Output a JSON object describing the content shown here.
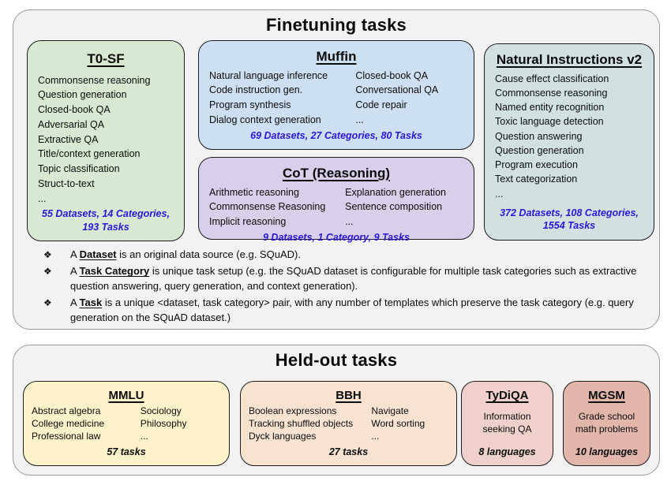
{
  "colors": {
    "panel_bg": "#f2f2f2",
    "panel_border": "#9a9a9a",
    "box_border": "#1c1c1c",
    "stats_blue": "#2b16d6",
    "t0sf_bg": "#d9e8d3",
    "muffin_bg": "#cde0f3",
    "cot_bg": "#d8d0ea",
    "niv2_bg": "#d3e0e2",
    "mmlu_bg": "#fdf2ca",
    "bbh_bg": "#f8e3d0",
    "tydiqa_bg": "#efd0cc",
    "mgsm_bg": "#e3b6ab"
  },
  "bullet_glyph": "❖",
  "finetuning": {
    "title": "Finetuning tasks",
    "t0sf": {
      "title": "T0-SF",
      "tasks": [
        "Commonsense reasoning",
        "Question generation",
        "Closed-book QA",
        "Adversarial QA",
        "Extractive QA",
        "Title/context generation",
        "Topic classification",
        "Struct-to-text",
        "..."
      ],
      "stats": "55 Datasets, 14 Categories, 193 Tasks"
    },
    "muffin": {
      "title": "Muffin",
      "col1": [
        "Natural language inference",
        "Code instruction gen.",
        "Program synthesis",
        "Dialog context generation"
      ],
      "col2": [
        "Closed-book QA",
        "Conversational QA",
        "Code repair",
        "..."
      ],
      "stats": "69 Datasets, 27 Categories, 80 Tasks"
    },
    "cot": {
      "title": "CoT (Reasoning)",
      "col1": [
        "Arithmetic reasoning",
        "Commonsense Reasoning",
        "Implicit reasoning"
      ],
      "col2": [
        "Explanation generation",
        "Sentence composition",
        "..."
      ],
      "stats": "9 Datasets, 1 Category, 9 Tasks"
    },
    "niv2": {
      "title": "Natural Instructions v2",
      "tasks": [
        "Cause effect classification",
        "Commonsense reasoning",
        "Named entity recognition",
        "Toxic language detection",
        "Question answering",
        "Question generation",
        "Program execution",
        "Text categorization",
        "..."
      ],
      "stats": "372 Datasets, 108 Categories, 1554 Tasks"
    },
    "notes": [
      {
        "pre": "A ",
        "term": "Dataset",
        "rest": " is an original data source (e.g. SQuAD)."
      },
      {
        "pre": "A ",
        "term": "Task Category",
        "rest": " is unique task setup (e.g. the SQuAD dataset is configurable for multiple task categories such as extractive question answering, query generation, and context generation)."
      },
      {
        "pre": "A ",
        "term": "Task",
        "rest": " is a unique <dataset, task category> pair, with any number of templates which preserve the task category (e.g. query generation on the SQuAD dataset.)"
      }
    ]
  },
  "heldout": {
    "title": "Held-out tasks",
    "mmlu": {
      "title": "MMLU",
      "col1": [
        "Abstract algebra",
        "College medicine",
        "Professional law"
      ],
      "col2": [
        "Sociology",
        "Philosophy",
        "..."
      ],
      "stats": "57 tasks"
    },
    "bbh": {
      "title": "BBH",
      "col1": [
        "Boolean expressions",
        "Tracking shuffled objects",
        "Dyck languages"
      ],
      "col2": [
        "Navigate",
        "Word sorting",
        "..."
      ],
      "stats": "27 tasks"
    },
    "tydiqa": {
      "title": "TyDiQA",
      "desc": "Information seeking QA",
      "stats": "8 languages"
    },
    "mgsm": {
      "title": "MGSM",
      "desc": "Grade school math problems",
      "stats": "10 languages"
    }
  }
}
